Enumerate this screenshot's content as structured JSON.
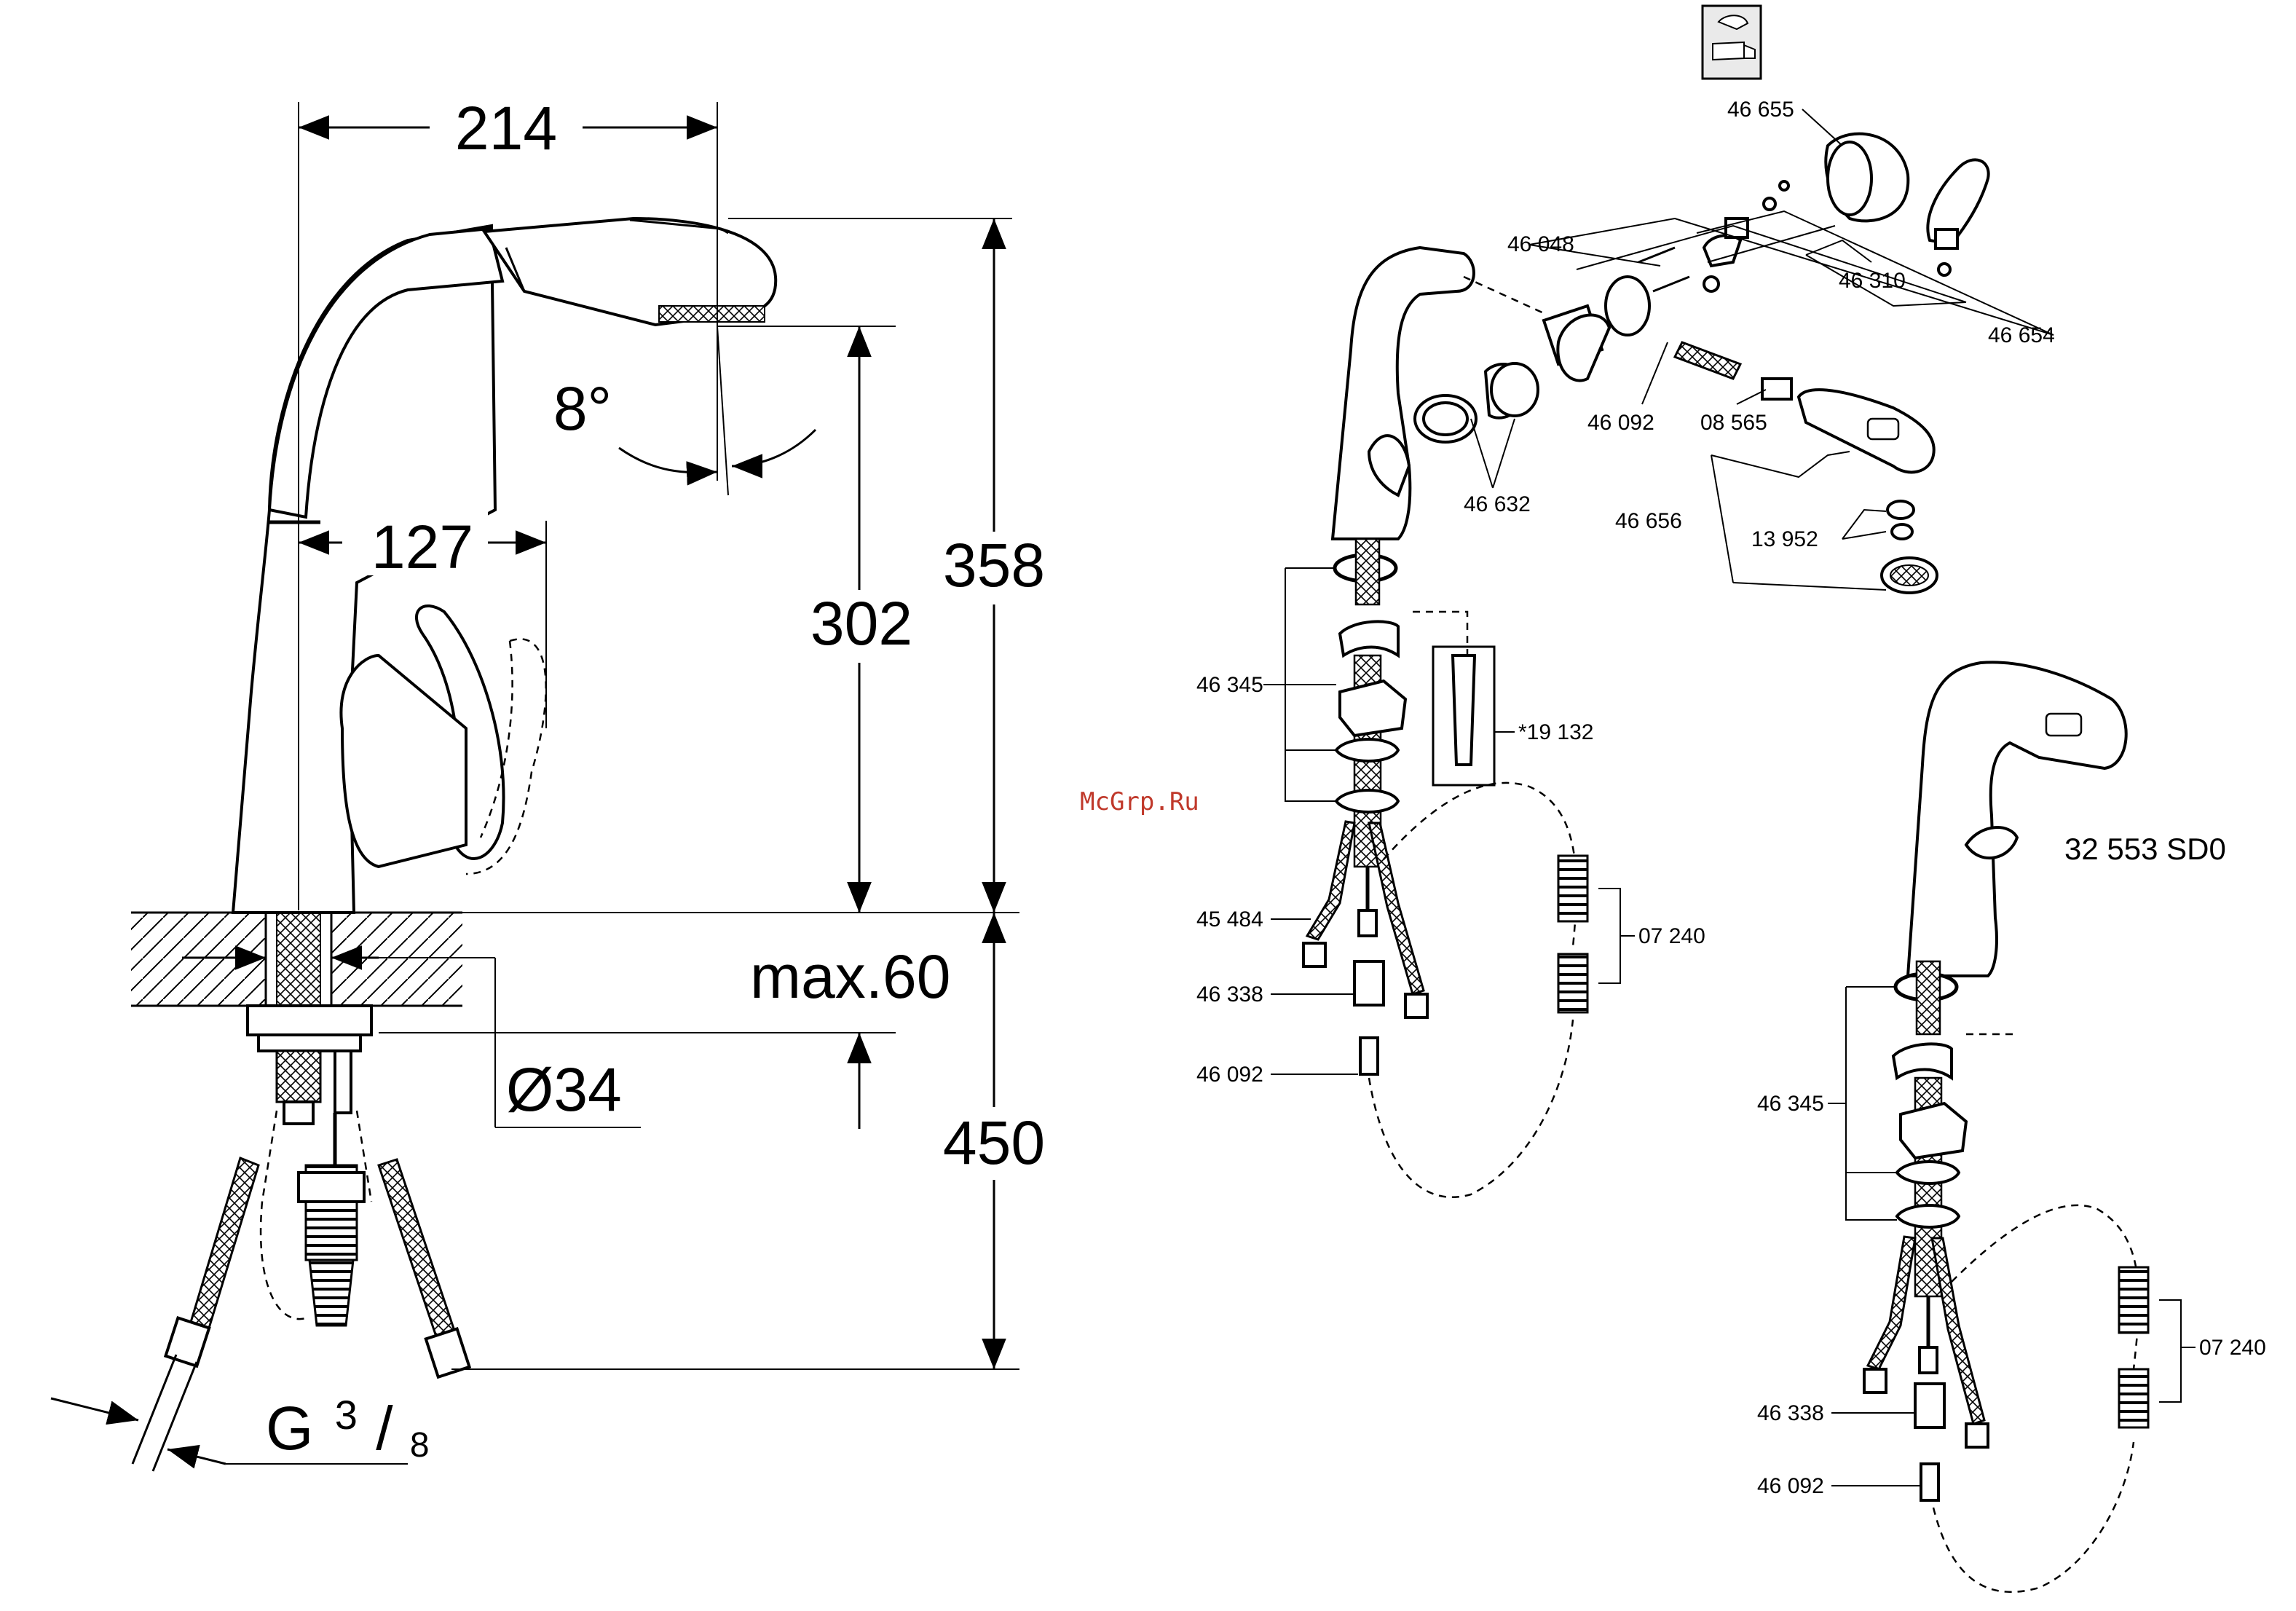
{
  "dimensions": {
    "width_total": "214",
    "height_total": "358",
    "spout_height": "302",
    "spout_reach": "127",
    "spray_angle": "8°",
    "max_thickness": "max.60",
    "hole_diameter": "Ø34",
    "hose_length": "450",
    "thread_main": "G",
    "thread_num": "3",
    "thread_den": "8"
  },
  "watermark": "McGrp.Ru",
  "model_number": "32 553 SD0",
  "parts": {
    "p46655": "46 655",
    "p46048": "46 048",
    "p46310": "46 310",
    "p46654": "46 654",
    "p46632": "46 632",
    "p46092_top": "46 092",
    "p08565": "08 565",
    "p46656": "46 656",
    "p13952": "13 952",
    "p46345_a": "46 345",
    "p19132": "*19 132",
    "p45484": "45 484",
    "p07240_a": "07 240",
    "p46338_a": "46 338",
    "p46092_a": "46 092",
    "p46345_b": "46 345",
    "p07240_b": "07 240",
    "p46338_b": "46 338",
    "p46092_b": "46 092"
  },
  "icons": [
    "faucet-catalog-icon"
  ]
}
